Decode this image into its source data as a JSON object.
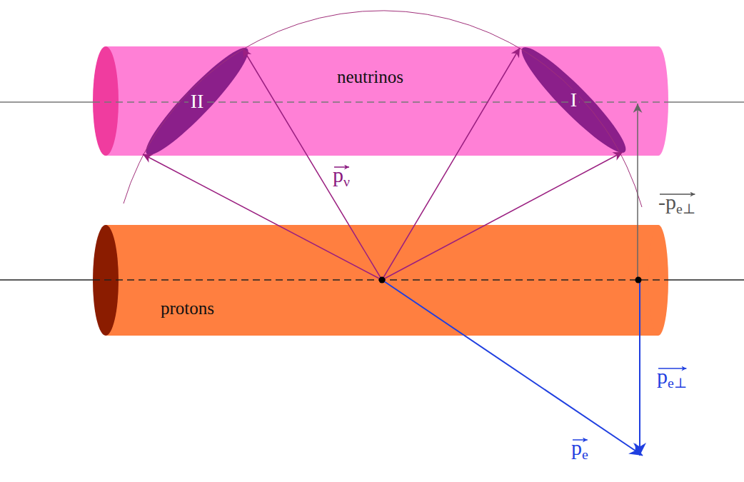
{
  "diagram": {
    "nodes": [
      {
        "text": [
          "neutrinos"
        ]
      },
      {
        "text": [
          "II"
        ],
        "in": 0
      },
      {
        "text": [
          "I"
        ],
        "in": 0
      },
      {
        "text": [
          "protons"
        ]
      }
    ],
    "labels": [
      "pν",
      "-pe⊥",
      "pe⊥",
      "pe"
    ]
  }
}
